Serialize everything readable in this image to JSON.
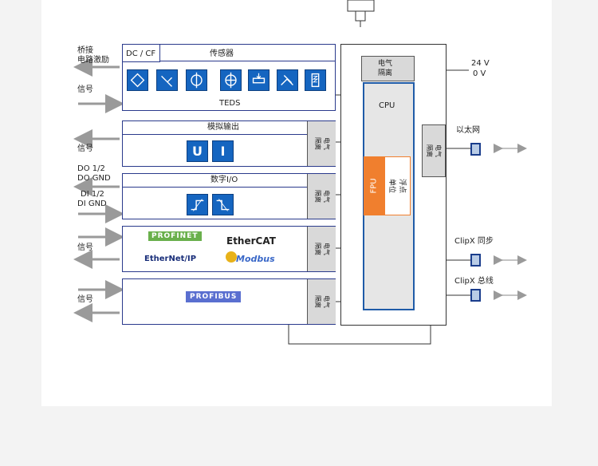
{
  "left": {
    "bridge_excitation": "桥接\n电路激励",
    "signal_1": "信号",
    "signal_2": "信号",
    "do_12": "DO 1/2",
    "do_gnd": "DO GND",
    "di_12": "DI 1/2",
    "di_gnd": "DI GND",
    "signal_3": "信号",
    "signal_4": "信号"
  },
  "sensor_block": {
    "dc_cf": "DC / CF",
    "sensors": "传感器",
    "teds": "TEDS",
    "icons": [
      "full-bridge-icon",
      "half-bridge-icon",
      "voltage-icon",
      "current-icon",
      "potentiometer-icon",
      "thermocouple-icon",
      "strain-gauge-icon"
    ]
  },
  "analog_block": {
    "title": "模拟输出",
    "u": "U",
    "i": "I",
    "isolation": "电气\n隔离"
  },
  "digital_block": {
    "title": "数字I/O",
    "isolation": "电气\n隔离"
  },
  "fieldbus_block": {
    "profinet": "PROFINET",
    "ethercat": "EtherCAT",
    "ethernetip": "EtherNet/IP",
    "modbus": "Modbus",
    "isolation": "电气\n隔离"
  },
  "profibus_block": {
    "profibus": "PROFIBUS",
    "isolation": "电气\n隔离"
  },
  "cpu_block": {
    "isolation_top": "电气\n隔离",
    "cpu": "CPU",
    "fpu": "FPU",
    "float_unit": "浮点\n单位",
    "isolation_right": "电气\n隔离"
  },
  "power": {
    "v24": "24 V",
    "v0": "0 V"
  },
  "right": {
    "ethernet": "以太网",
    "clipx_sync": "ClipX 同步",
    "clipx_bus": "ClipX 总线"
  },
  "colors": {
    "navy_border": "#2a3a8c",
    "icon_blue": "#1565c0",
    "fpu_orange": "#f07f2e",
    "isolation_gray": "#d9d9d9",
    "profinet_green": "#6ab04c",
    "modbus_blue": "#3a68c8"
  }
}
